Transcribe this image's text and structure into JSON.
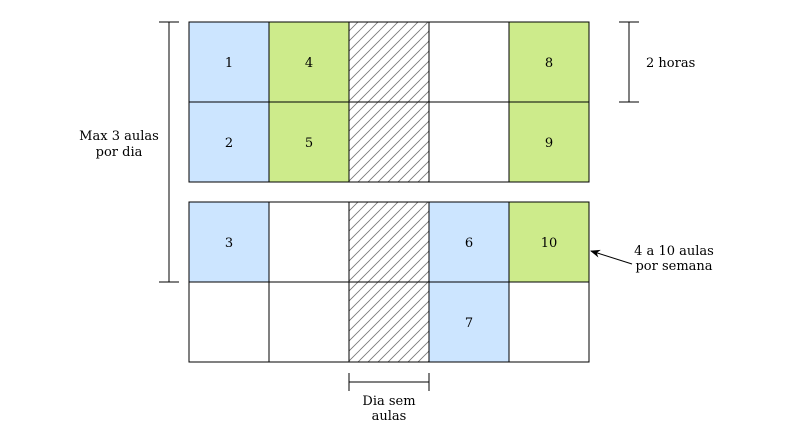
{
  "colors": {
    "blue": "#cce5ff",
    "green": "#cdeb8b",
    "white": "#ffffff",
    "stroke": "#000000",
    "hatch": "#777777"
  },
  "grid": {
    "top_block": {
      "rows": [
        [
          {
            "label": "1",
            "fill": "blue"
          },
          {
            "label": "4",
            "fill": "green"
          },
          {
            "label": "",
            "fill": "hatch"
          },
          {
            "label": "",
            "fill": "white"
          },
          {
            "label": "8",
            "fill": "green"
          }
        ],
        [
          {
            "label": "2",
            "fill": "blue"
          },
          {
            "label": "5",
            "fill": "green"
          },
          {
            "label": "",
            "fill": "hatch"
          },
          {
            "label": "",
            "fill": "white"
          },
          {
            "label": "9",
            "fill": "green"
          }
        ]
      ]
    },
    "bottom_block": {
      "rows": [
        [
          {
            "label": "3",
            "fill": "blue"
          },
          {
            "label": "",
            "fill": "white"
          },
          {
            "label": "",
            "fill": "hatch"
          },
          {
            "label": "6",
            "fill": "blue"
          },
          {
            "label": "10",
            "fill": "green"
          }
        ],
        [
          {
            "label": "",
            "fill": "white"
          },
          {
            "label": "",
            "fill": "white"
          },
          {
            "label": "",
            "fill": "hatch"
          },
          {
            "label": "7",
            "fill": "blue"
          },
          {
            "label": "",
            "fill": "white"
          }
        ]
      ]
    }
  },
  "annotations": {
    "max_per_day": {
      "line1": "Max 3 aulas",
      "line2": "por dia"
    },
    "two_hours": "2 horas",
    "per_week": {
      "line1": "4 a 10 aulas",
      "line2": "por semana"
    },
    "no_class_day": {
      "line1": "Dia sem",
      "line2": "aulas"
    }
  }
}
